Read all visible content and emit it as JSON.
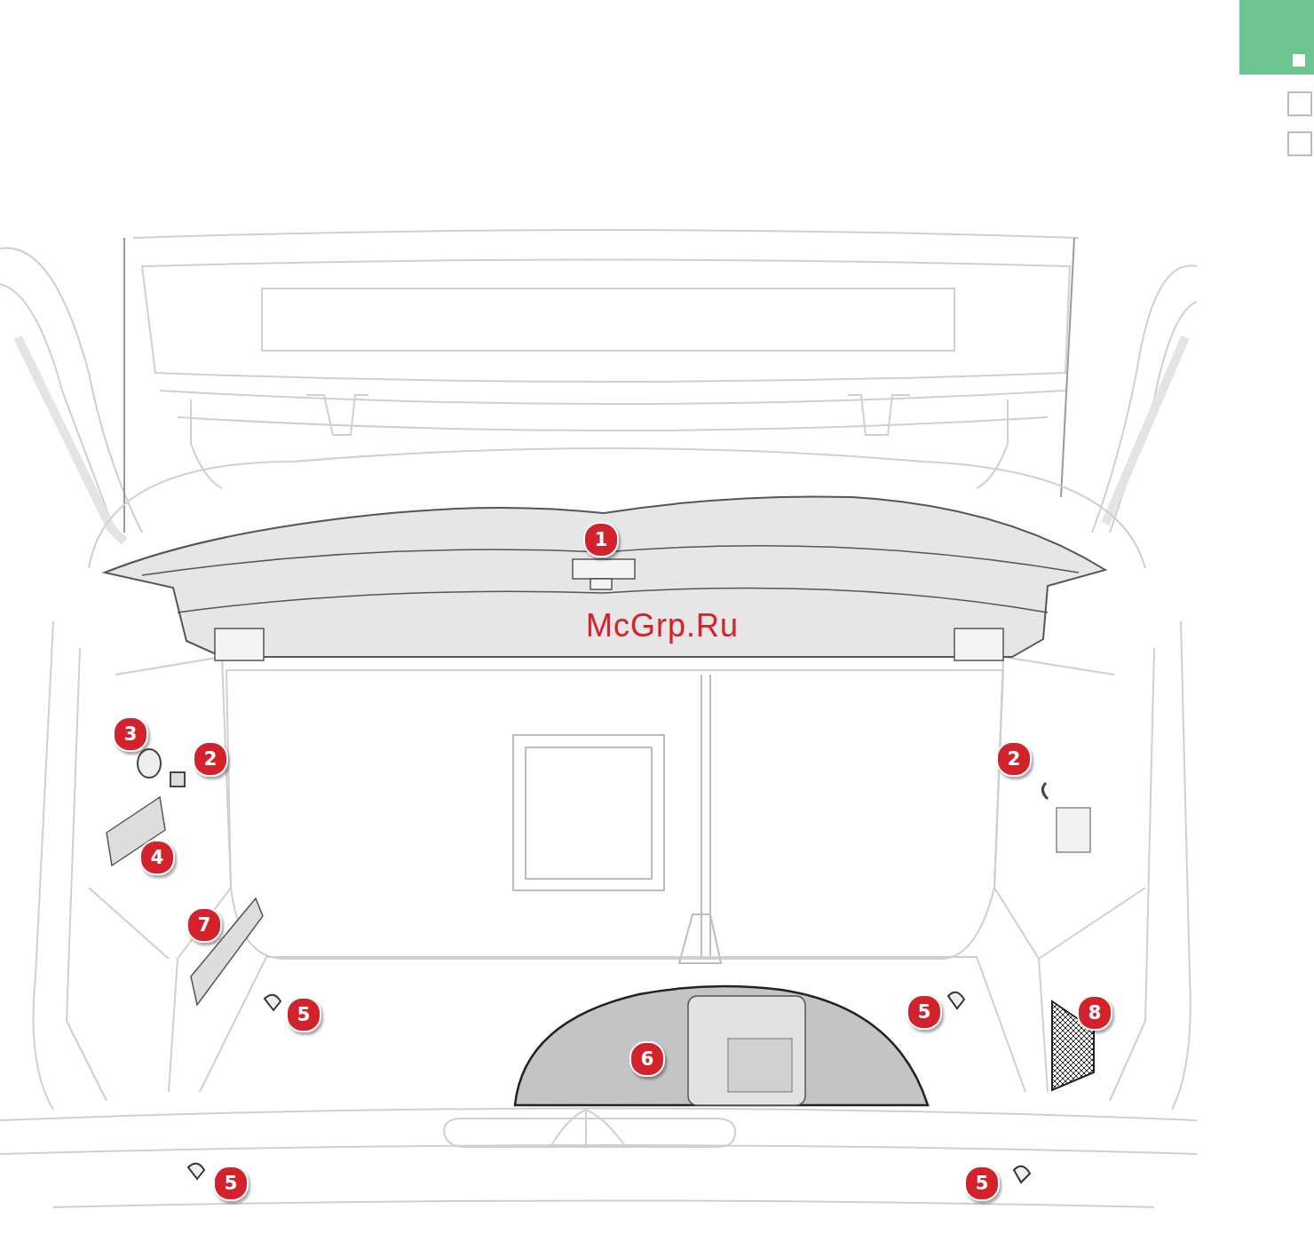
{
  "diagram": {
    "labels": [
      "1",
      "McGrp.Ru",
      "3",
      "2",
      "2",
      "4",
      "7",
      "5",
      "8",
      "5",
      "6",
      "5",
      "5"
    ]
  }
}
